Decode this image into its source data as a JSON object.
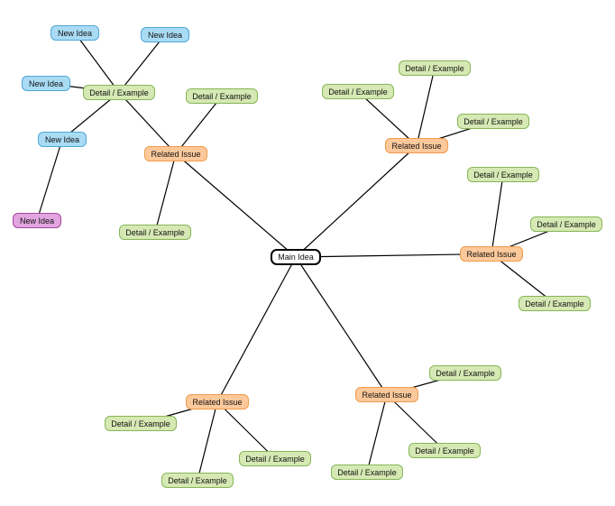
{
  "diagram": {
    "type": "mind-map",
    "central": {
      "id": "main",
      "label": "Main Idea"
    },
    "nodes": [
      {
        "id": "ri1",
        "label": "Related Issue",
        "kind": "issue",
        "parent": "main"
      },
      {
        "id": "ri2",
        "label": "Related Issue",
        "kind": "issue",
        "parent": "main"
      },
      {
        "id": "ri3",
        "label": "Related Issue",
        "kind": "issue",
        "parent": "main"
      },
      {
        "id": "ri4",
        "label": "Related Issue",
        "kind": "issue",
        "parent": "main"
      },
      {
        "id": "ri5",
        "label": "Related Issue",
        "kind": "issue",
        "parent": "main"
      },
      {
        "id": "d1a",
        "label": "Detail / Example",
        "kind": "detail",
        "parent": "ri1"
      },
      {
        "id": "d1b",
        "label": "Detail / Example",
        "kind": "detail",
        "parent": "ri1"
      },
      {
        "id": "d1c",
        "label": "Detail / Example",
        "kind": "detail",
        "parent": "ri1"
      },
      {
        "id": "ni1",
        "label": "New Idea",
        "kind": "idea",
        "parent": "d1a"
      },
      {
        "id": "ni2",
        "label": "New Idea",
        "kind": "idea",
        "parent": "d1a"
      },
      {
        "id": "ni3",
        "label": "New Idea",
        "kind": "idea",
        "parent": "d1a"
      },
      {
        "id": "ni4",
        "label": "New Idea",
        "kind": "idea",
        "parent": "d1a"
      },
      {
        "id": "ni5",
        "label": "New Idea",
        "kind": "special",
        "parent": "ni4"
      },
      {
        "id": "d2a",
        "label": "Detail / Example",
        "kind": "detail",
        "parent": "ri2"
      },
      {
        "id": "d2b",
        "label": "Detail / Example",
        "kind": "detail",
        "parent": "ri2"
      },
      {
        "id": "d2c",
        "label": "Detail / Example",
        "kind": "detail",
        "parent": "ri2"
      },
      {
        "id": "d3a",
        "label": "Detail / Example",
        "kind": "detail",
        "parent": "ri3"
      },
      {
        "id": "d3b",
        "label": "Detail / Example",
        "kind": "detail",
        "parent": "ri3"
      },
      {
        "id": "d3c",
        "label": "Detail / Example",
        "kind": "detail",
        "parent": "ri3"
      },
      {
        "id": "d4a",
        "label": "Detail / Example",
        "kind": "detail",
        "parent": "ri4"
      },
      {
        "id": "d4b",
        "label": "Detail / Example",
        "kind": "detail",
        "parent": "ri4"
      },
      {
        "id": "d4c",
        "label": "Detail / Example",
        "kind": "detail",
        "parent": "ri4"
      },
      {
        "id": "d5a",
        "label": "Detail / Example",
        "kind": "detail",
        "parent": "ri5"
      },
      {
        "id": "d5b",
        "label": "Detail / Example",
        "kind": "detail",
        "parent": "ri5"
      },
      {
        "id": "d5c",
        "label": "Detail / Example",
        "kind": "detail",
        "parent": "ri5"
      }
    ]
  },
  "colors": {
    "line": "#000000",
    "issue_fill": "#fdc99b",
    "detail_fill": "#d6e9b4",
    "idea_fill": "#a9dcf4",
    "special_fill": "#e2a5df"
  }
}
